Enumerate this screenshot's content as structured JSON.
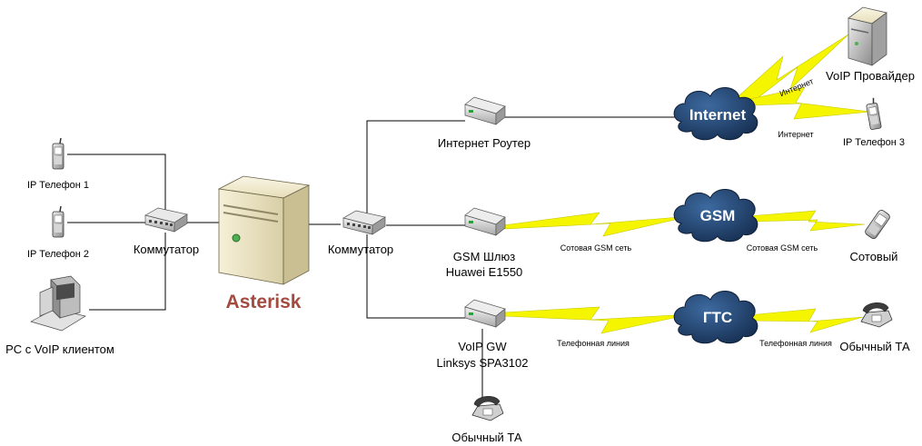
{
  "devices": {
    "ip_phone_1": "IP Телефон 1",
    "ip_phone_2": "IP Телефон 2",
    "pc_client": "PC с VoIP клиентом",
    "switch_left": "Коммутатор",
    "server": "Asterisk",
    "switch_right": "Коммутатор",
    "router": "Интернет Роутер",
    "gsm_gateway_line1": "GSM Шлюз",
    "gsm_gateway_line2": "Huawei E1550",
    "voip_gw_line1": "VoIP GW",
    "voip_gw_line2": "Linksys SPA3102",
    "phone_bottom": "Обычный ТА",
    "voip_provider": "VoIP Провайдер",
    "ip_phone_3": "IP Телефон 3",
    "cellphone": "Сотовый",
    "phone_right": "Обычный ТА"
  },
  "clouds": {
    "internet": "Internet",
    "gsm": "GSM",
    "pstn": "ГТС"
  },
  "links": {
    "internet_to_provider": "Интернет",
    "internet_to_phone3": "Интернет",
    "gsm_left": "Сотовая GSM сеть",
    "gsm_right": "Сотовая GSM сеть",
    "pstn_left": "Телефонная линия",
    "pstn_right": "Телефонная линия"
  },
  "colors": {
    "asterisk_label": "#a44a3f",
    "cloud_fill": "#1d3d66",
    "bolt_fill": "#f5f500"
  }
}
